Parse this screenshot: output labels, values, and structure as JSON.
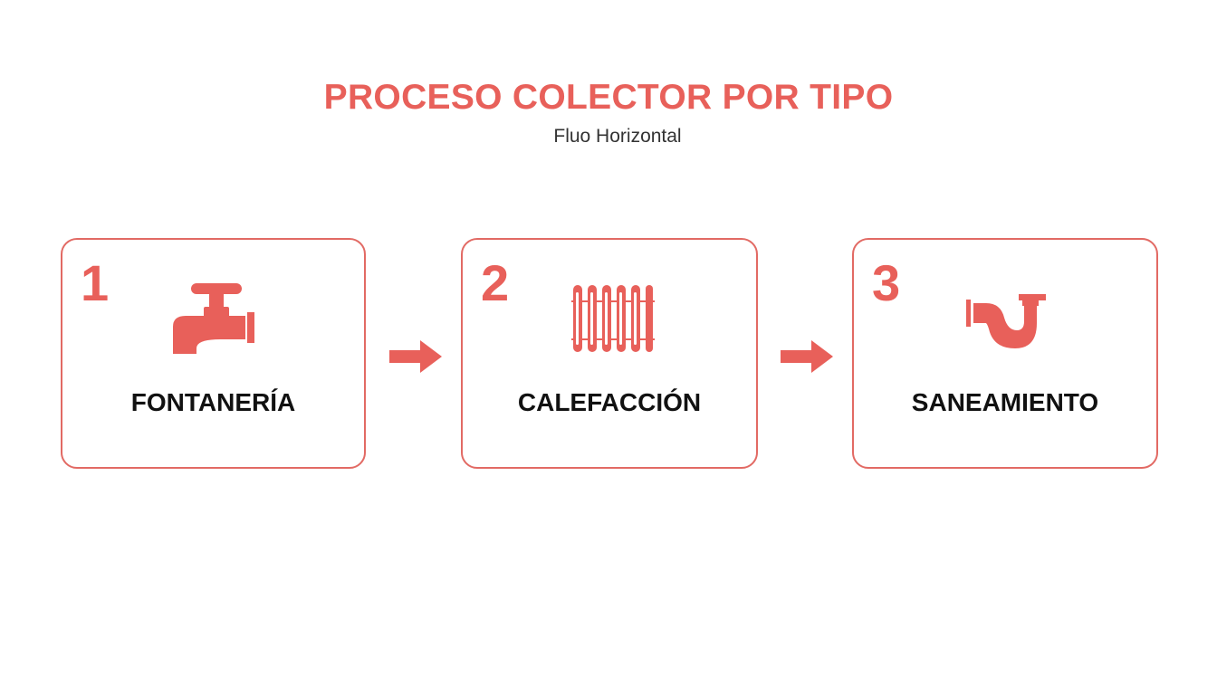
{
  "header": {
    "title": "PROCESO COLECTOR POR TIPO",
    "subtitle": "Fluo Horizontal"
  },
  "colors": {
    "accent": "#e8605a",
    "border": "#e26a64",
    "label": "#111111"
  },
  "steps": [
    {
      "number": "1",
      "label": "FONTANERÍA",
      "icon": "faucet-icon"
    },
    {
      "number": "2",
      "label": "CALEFACCIÓN",
      "icon": "radiator-icon"
    },
    {
      "number": "3",
      "label": "SANEAMIENTO",
      "icon": "drain-pipe-icon"
    }
  ],
  "connectors": [
    "arrow-right-icon",
    "arrow-right-icon"
  ]
}
